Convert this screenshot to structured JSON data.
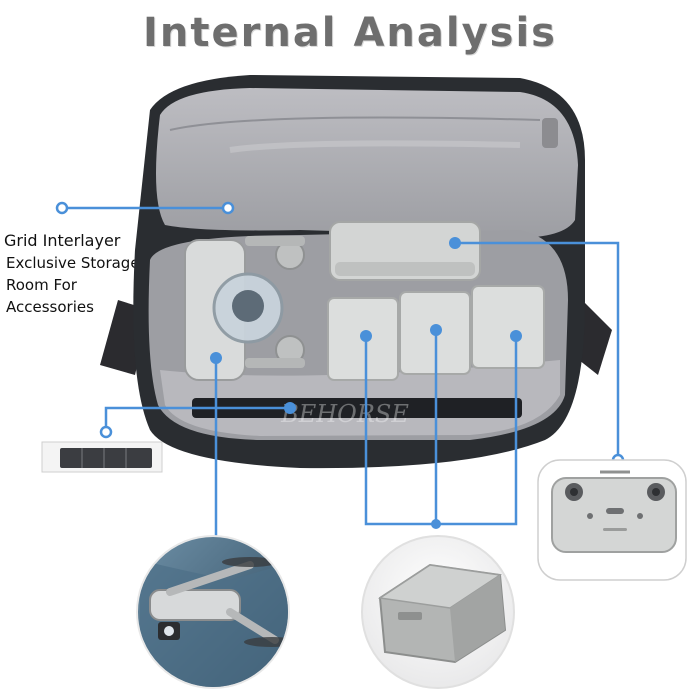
{
  "title": "Internal Analysis",
  "caption": {
    "line1": "Grid Interlayer",
    "line2": "Exclusive Storage",
    "line3": "Room For",
    "line4": "Accessories"
  },
  "watermark": "BEHORSE",
  "colors": {
    "pointer_line": "#4a90d9",
    "title": "#6e6e6e",
    "bag_body": "#2a2d31",
    "bag_lining": "#a9a9ad",
    "product": "#cfd1d0"
  }
}
